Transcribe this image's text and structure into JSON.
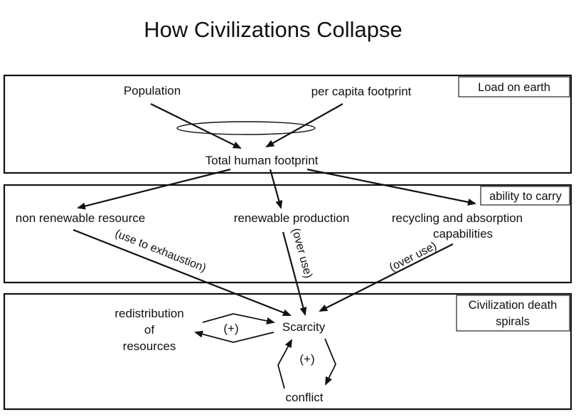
{
  "title": "How Civilizations Collapse",
  "sections": {
    "load": {
      "tag": "Load on earth"
    },
    "carry": {
      "tag": "ability to carry"
    },
    "death": {
      "tag_line1": "Civilization death",
      "tag_line2": "spirals"
    }
  },
  "nodes": {
    "population": "Population",
    "per_capita": "per capita footprint",
    "total_footprint": "Total human footprint",
    "non_renewable": "non renewable resource",
    "renewable": "renewable production",
    "recycling_line1": "recycling and absorption",
    "recycling_line2": "capabilities",
    "redistribution_line1": "redistribution",
    "redistribution_line2": "of",
    "redistribution_line3": "resources",
    "scarcity": "Scarcity",
    "conflict": "conflict"
  },
  "edge_labels": {
    "exhaustion": "(use to exhaustion)",
    "over_use_renewable": "(over use)",
    "over_use_recycling": "(over use)",
    "loop_redistribution": "(+)",
    "loop_conflict": "(+)"
  }
}
